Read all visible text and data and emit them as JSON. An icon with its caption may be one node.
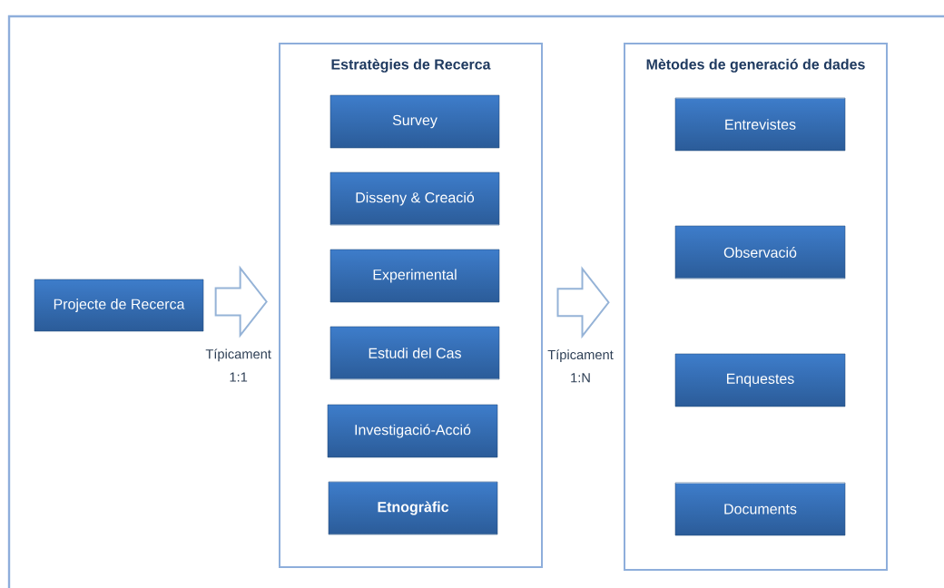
{
  "diagram": {
    "nodes": [
      {
        "text": [
          "Projecte de Recerca"
        ]
      },
      {
        "text": [
          "Estratègies de Recerca"
        ]
      },
      {
        "text": [
          "Survey"
        ],
        "in": 1
      },
      {
        "text": [
          "Disseny & Creació"
        ],
        "in": 1
      },
      {
        "text": [
          "Experimental"
        ],
        "in": 1
      },
      {
        "text": [
          "Estudi del Cas"
        ],
        "in": 1
      },
      {
        "text": [
          "Investigació-Acció"
        ],
        "in": 1
      },
      {
        "text": [
          "Etnogràfic"
        ],
        "in": 1
      },
      {
        "text": [
          "Mètodes de generació de dades"
        ]
      },
      {
        "text": [
          "Entrevistes"
        ],
        "in": 8
      },
      {
        "text": [
          "Observació"
        ],
        "in": 8
      },
      {
        "text": [
          "Enquestes"
        ],
        "in": 8
      },
      {
        "text": [
          "Documents"
        ],
        "in": 8
      }
    ],
    "edges": [
      {
        "from": 0,
        "to": 1,
        "arrow": "to",
        "label": "Típicament 1:1"
      },
      {
        "from": 1,
        "to": 8,
        "arrow": "to",
        "label": "Típicament 1:N"
      }
    ]
  }
}
